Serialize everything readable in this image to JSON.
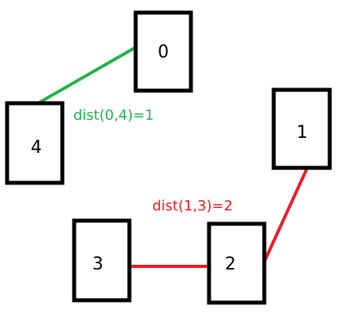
{
  "colors": {
    "green": "#22b14c",
    "red": "#ed1c24",
    "black": "#000000",
    "background": "#ffffff"
  },
  "nodes": [
    {
      "id": "0",
      "label": "0"
    },
    {
      "id": "1",
      "label": "1"
    },
    {
      "id": "2",
      "label": "2"
    },
    {
      "id": "3",
      "label": "3"
    },
    {
      "id": "4",
      "label": "4"
    }
  ],
  "edges": [
    {
      "from": "0",
      "to": "4",
      "color": "#22b14c"
    },
    {
      "from": "1",
      "to": "2",
      "color": "#ed1c24"
    },
    {
      "from": "2",
      "to": "3",
      "color": "#ed1c24"
    }
  ],
  "annotations": [
    {
      "text": "dist(0,4)=1",
      "color": "#22b14c"
    },
    {
      "text": "dist(1,3)=2",
      "color": "#ed1c24"
    }
  ]
}
